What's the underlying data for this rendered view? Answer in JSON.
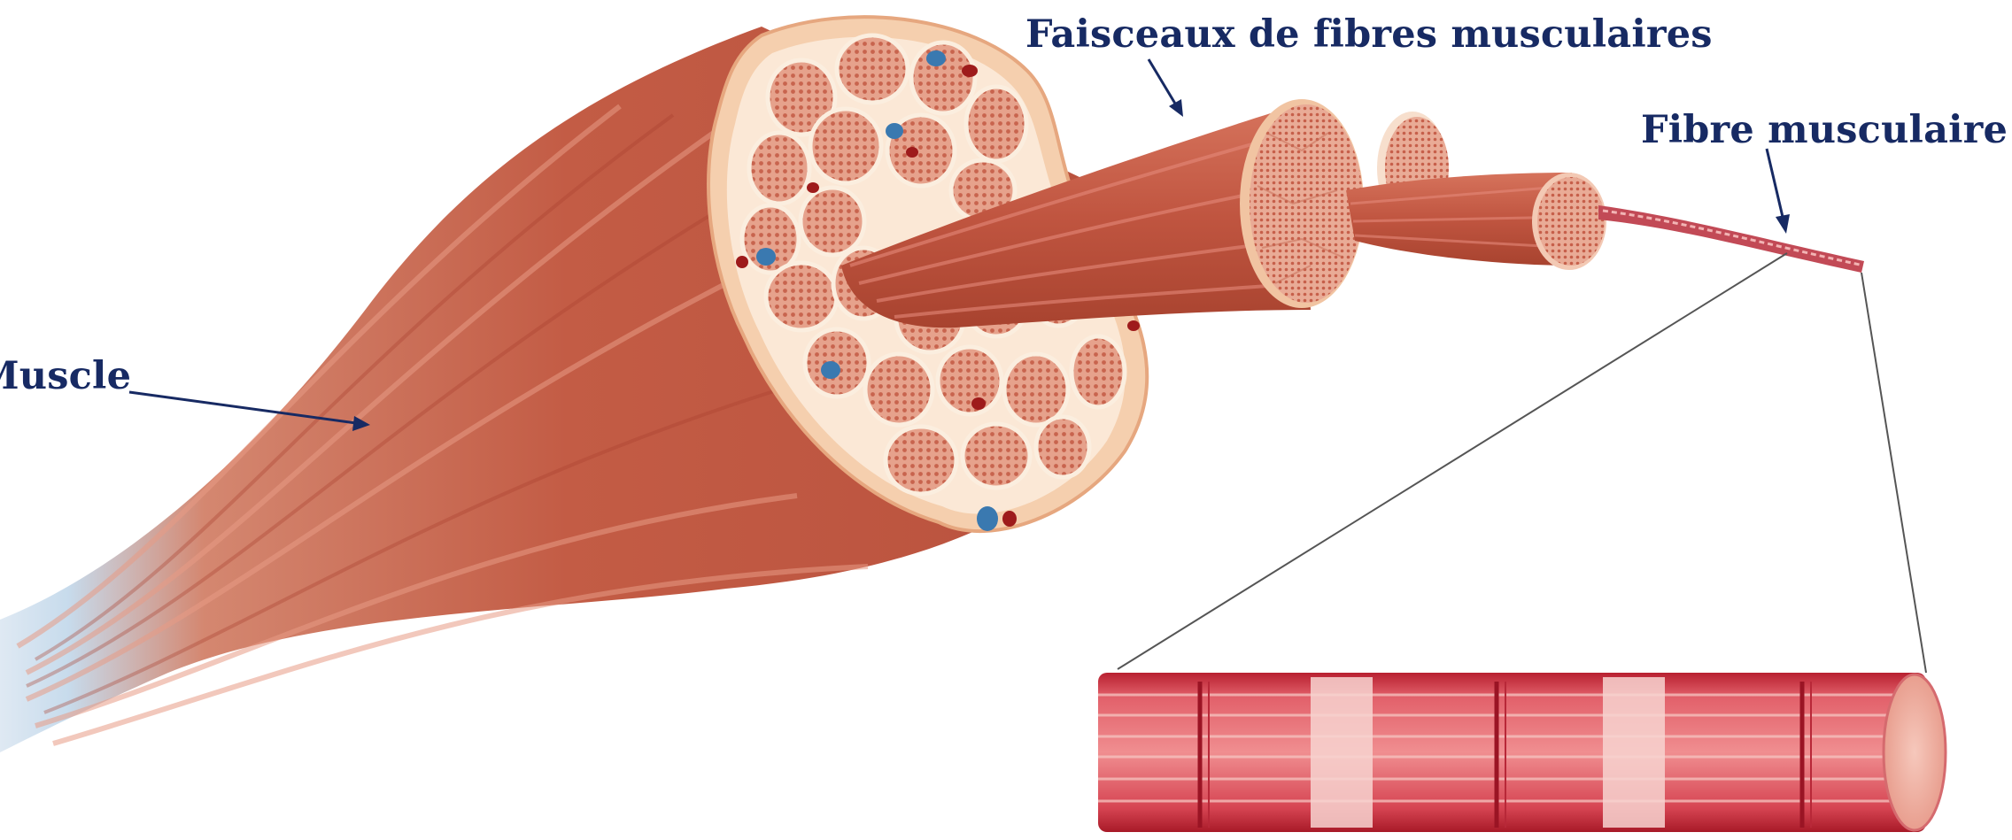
{
  "labels": {
    "muscle": "Muscle",
    "faisceaux": "Faisceaux de fibres musculaires",
    "fibre": "Fibre musculaire"
  },
  "colors": {
    "label_text": "#172a63",
    "arrow": "#172a63",
    "muscle_dark": "#b8503c",
    "muscle_mid": "#d0705a",
    "muscle_light": "#e8a08a",
    "epimysium": "#f3c9a6",
    "fascicle_fill": "#e4a48d",
    "fibre_red": "#c8323e",
    "fibre_pale": "#f1c0b8",
    "vessel_blue": "#3a79b0",
    "vessel_red": "#9e1b1b",
    "tendon_blue": "#c9ddef"
  }
}
